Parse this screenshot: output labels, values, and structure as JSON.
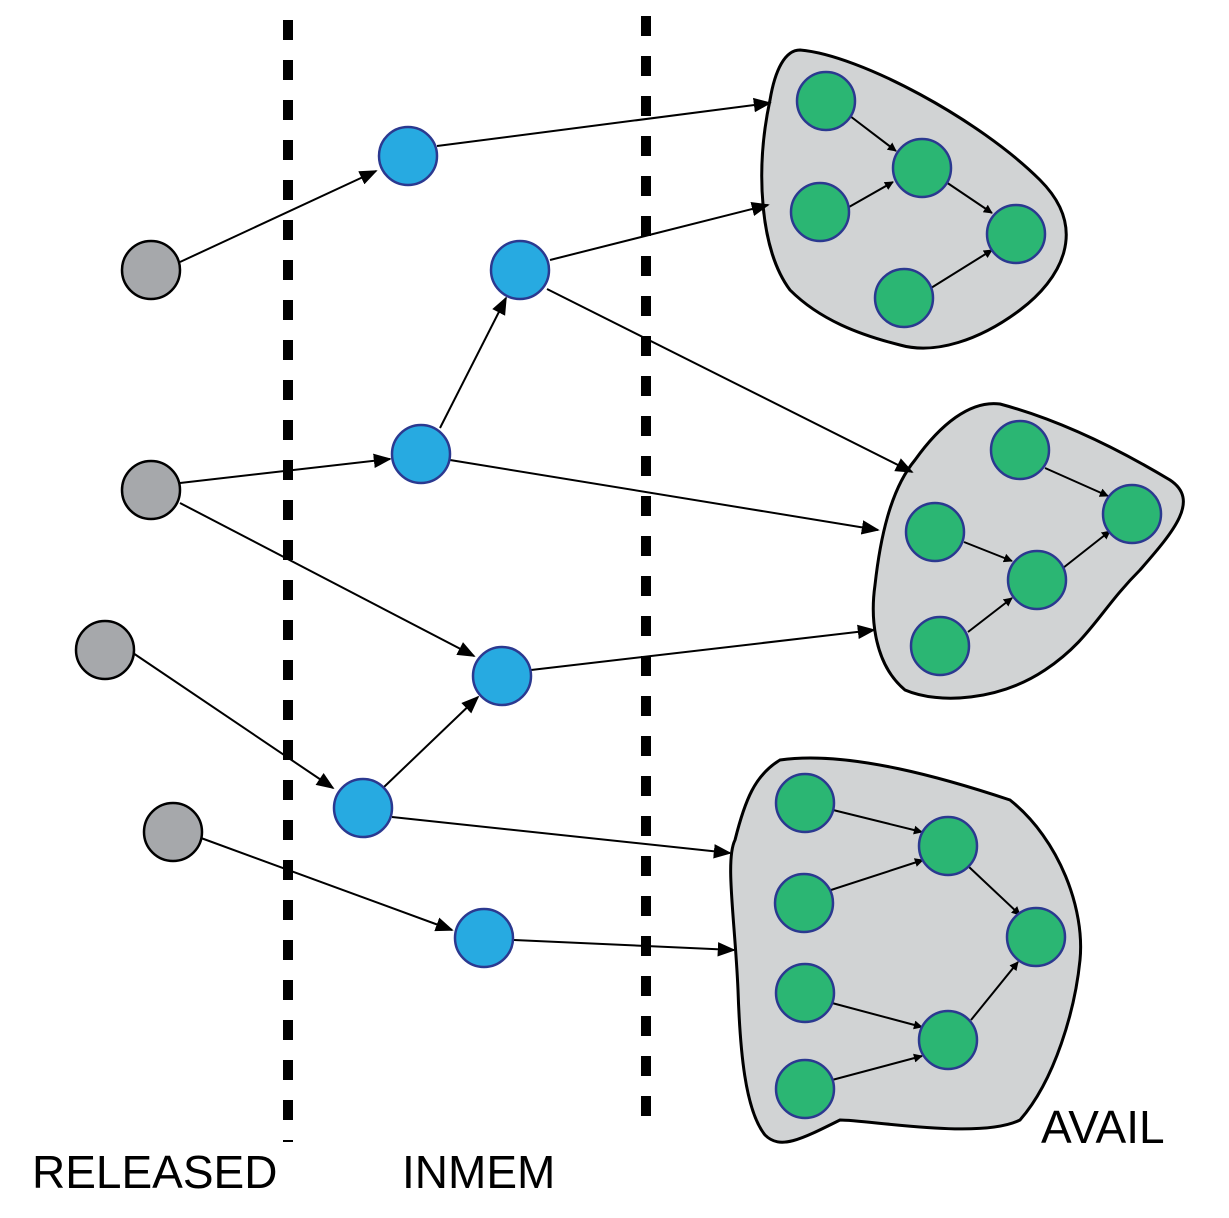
{
  "labels": {
    "released": "RELEASED",
    "inmem": "INMEM",
    "avail": "AVAIL"
  },
  "colors": {
    "released_node": "#a6a8ab",
    "inmem_node": "#27aae1",
    "avail_node": "#2bb673",
    "avail_node_stroke": "#2b3990",
    "cluster_fill": "#d1d3d4",
    "stroke": "#000000"
  },
  "nodes": {
    "released": [
      "r1",
      "r2",
      "r3",
      "r4"
    ],
    "inmem": [
      "m1",
      "m2",
      "m3",
      "m4",
      "m5",
      "m6"
    ],
    "avail_clusters": {
      "top": [
        "a1",
        "a2",
        "a3",
        "a4",
        "a5"
      ],
      "middle": [
        "b1",
        "b2",
        "b3",
        "b4",
        "b5"
      ],
      "bottom": [
        "c1",
        "c2",
        "c3",
        "c4",
        "c5",
        "c6",
        "c7"
      ]
    }
  },
  "edges": [
    [
      "r1",
      "m1"
    ],
    [
      "r2",
      "m2"
    ],
    [
      "r2",
      "m4"
    ],
    [
      "r3",
      "m5"
    ],
    [
      "r4",
      "m6"
    ],
    [
      "m2",
      "m3"
    ],
    [
      "m5",
      "m4"
    ],
    [
      "m1",
      "cluster-top"
    ],
    [
      "m3",
      "cluster-top"
    ],
    [
      "m3",
      "cluster-middle"
    ],
    [
      "m2",
      "cluster-middle"
    ],
    [
      "m4",
      "cluster-middle"
    ],
    [
      "m5",
      "cluster-bottom"
    ],
    [
      "m6",
      "cluster-bottom"
    ],
    [
      "a1",
      "a2"
    ],
    [
      "a3",
      "a2"
    ],
    [
      "a2",
      "a4"
    ],
    [
      "a5",
      "a4"
    ],
    [
      "b1",
      "b2"
    ],
    [
      "b3",
      "b4"
    ],
    [
      "b4",
      "b2"
    ],
    [
      "b5",
      "b4"
    ],
    [
      "c1",
      "c2"
    ],
    [
      "c3",
      "c2"
    ],
    [
      "c2",
      "c4"
    ],
    [
      "c5",
      "c6"
    ],
    [
      "c7",
      "c6"
    ],
    [
      "c6",
      "c4"
    ]
  ]
}
